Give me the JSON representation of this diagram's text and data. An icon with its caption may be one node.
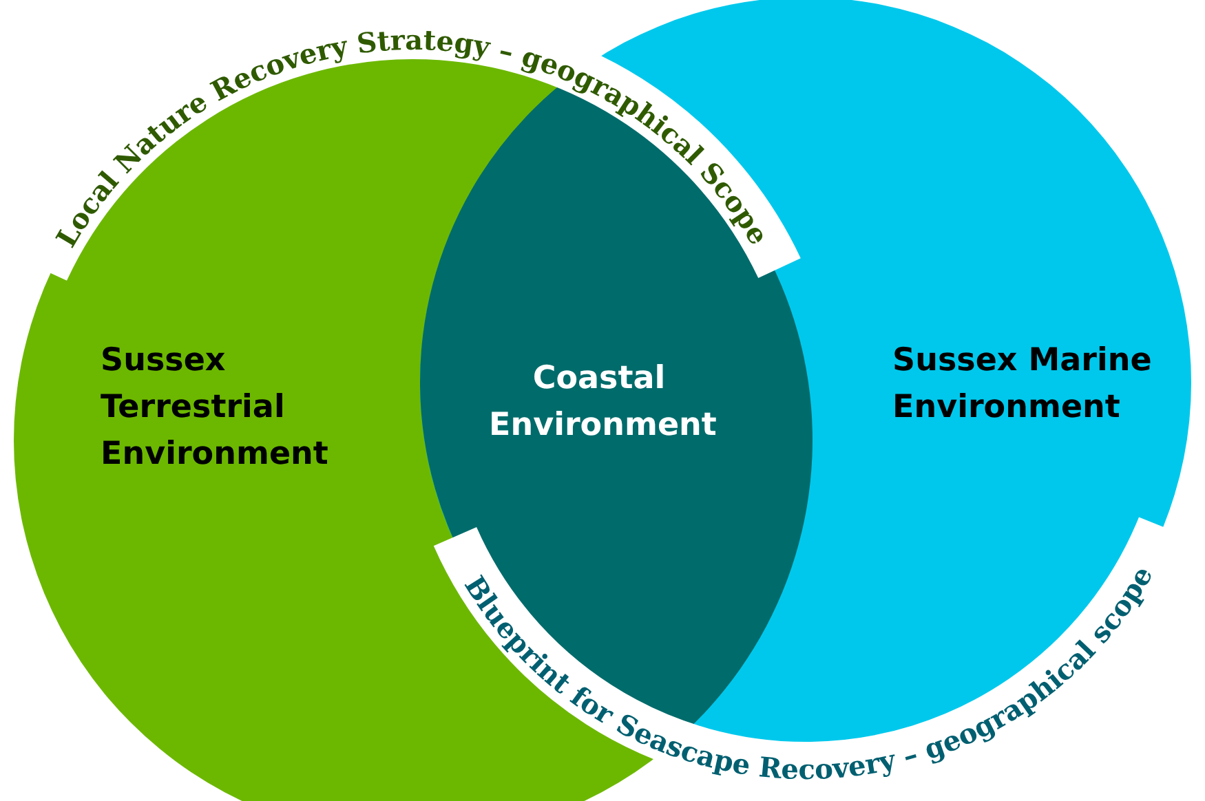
{
  "diagram": {
    "nodes": [
      {
        "text": [
          "Local Nature Recovery Strategy – geographical Scope",
          "Sussex Terrestrial Environment"
        ]
      },
      {
        "text": [
          "Sussex Marine Environment",
          "Blueprint for Seascape Recovery – geographical scope"
        ]
      },
      {
        "text": [
          "Coastal Environment"
        ]
      }
    ]
  }
}
